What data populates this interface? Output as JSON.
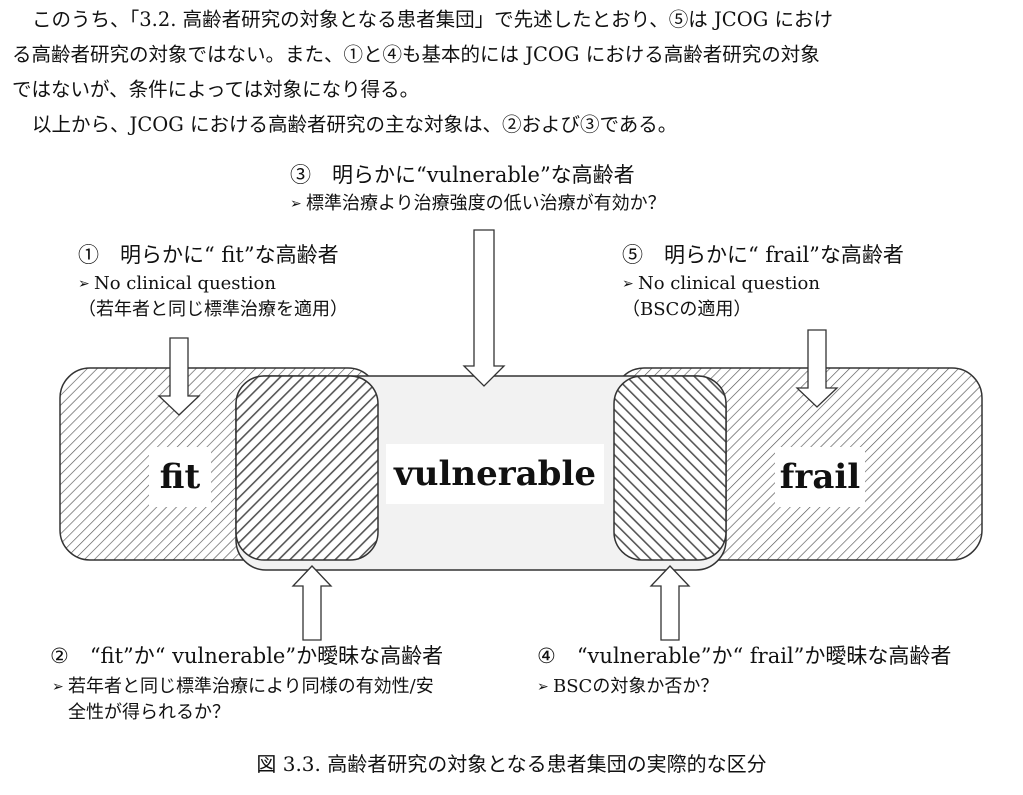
{
  "intro": {
    "line1": "このうち、「3.2. 高齢者研究の対象となる患者集団」で先述したとおり、⑤は JCOG におけ",
    "line2": "る高齢者研究の対象ではない。また、①と④も基本的には JCOG における高齢者研究の対象",
    "line3": "ではないが、条件によっては対象になり得る。",
    "line4": "以上から、JCOG における高齢者研究の主な対象は、②および③である。"
  },
  "zones": {
    "fit": "fit",
    "vulnerable": "vulnerable",
    "frail": "frail"
  },
  "groups": {
    "g3": {
      "title": "③　明らかに“vulnerable”な高齢者",
      "bullet": "標準治療より治療強度の低い治療が有効か？"
    },
    "g1": {
      "title": "①　明らかに“ fit”な高齢者",
      "bullet": "No clinical question",
      "note": "（若年者と同じ標準治療を適用）"
    },
    "g5": {
      "title": "⑤　明らかに“ frail”な高齢者",
      "bullet": "No clinical question",
      "note": "（BSCの適用）"
    },
    "g2": {
      "title": "②　“fit”か“ vulnerable”か曖昧な高齢者",
      "bullet_line1": "若年者と同じ標準治療により同様の有効性/安",
      "bullet_line2": "全性が得られるか？"
    },
    "g4": {
      "title": "④　“vulnerable”か“ frail”か曖昧な高齢者",
      "bullet": "BSCの対象か否か？"
    }
  },
  "bullet_glyph": "➢",
  "caption": "図 3.3. 高齢者研究の対象となる患者集団の実際的な区分",
  "colors": {
    "stroke": "#333333",
    "hatch": "#555555",
    "center_fill": "#f2f2f2"
  }
}
